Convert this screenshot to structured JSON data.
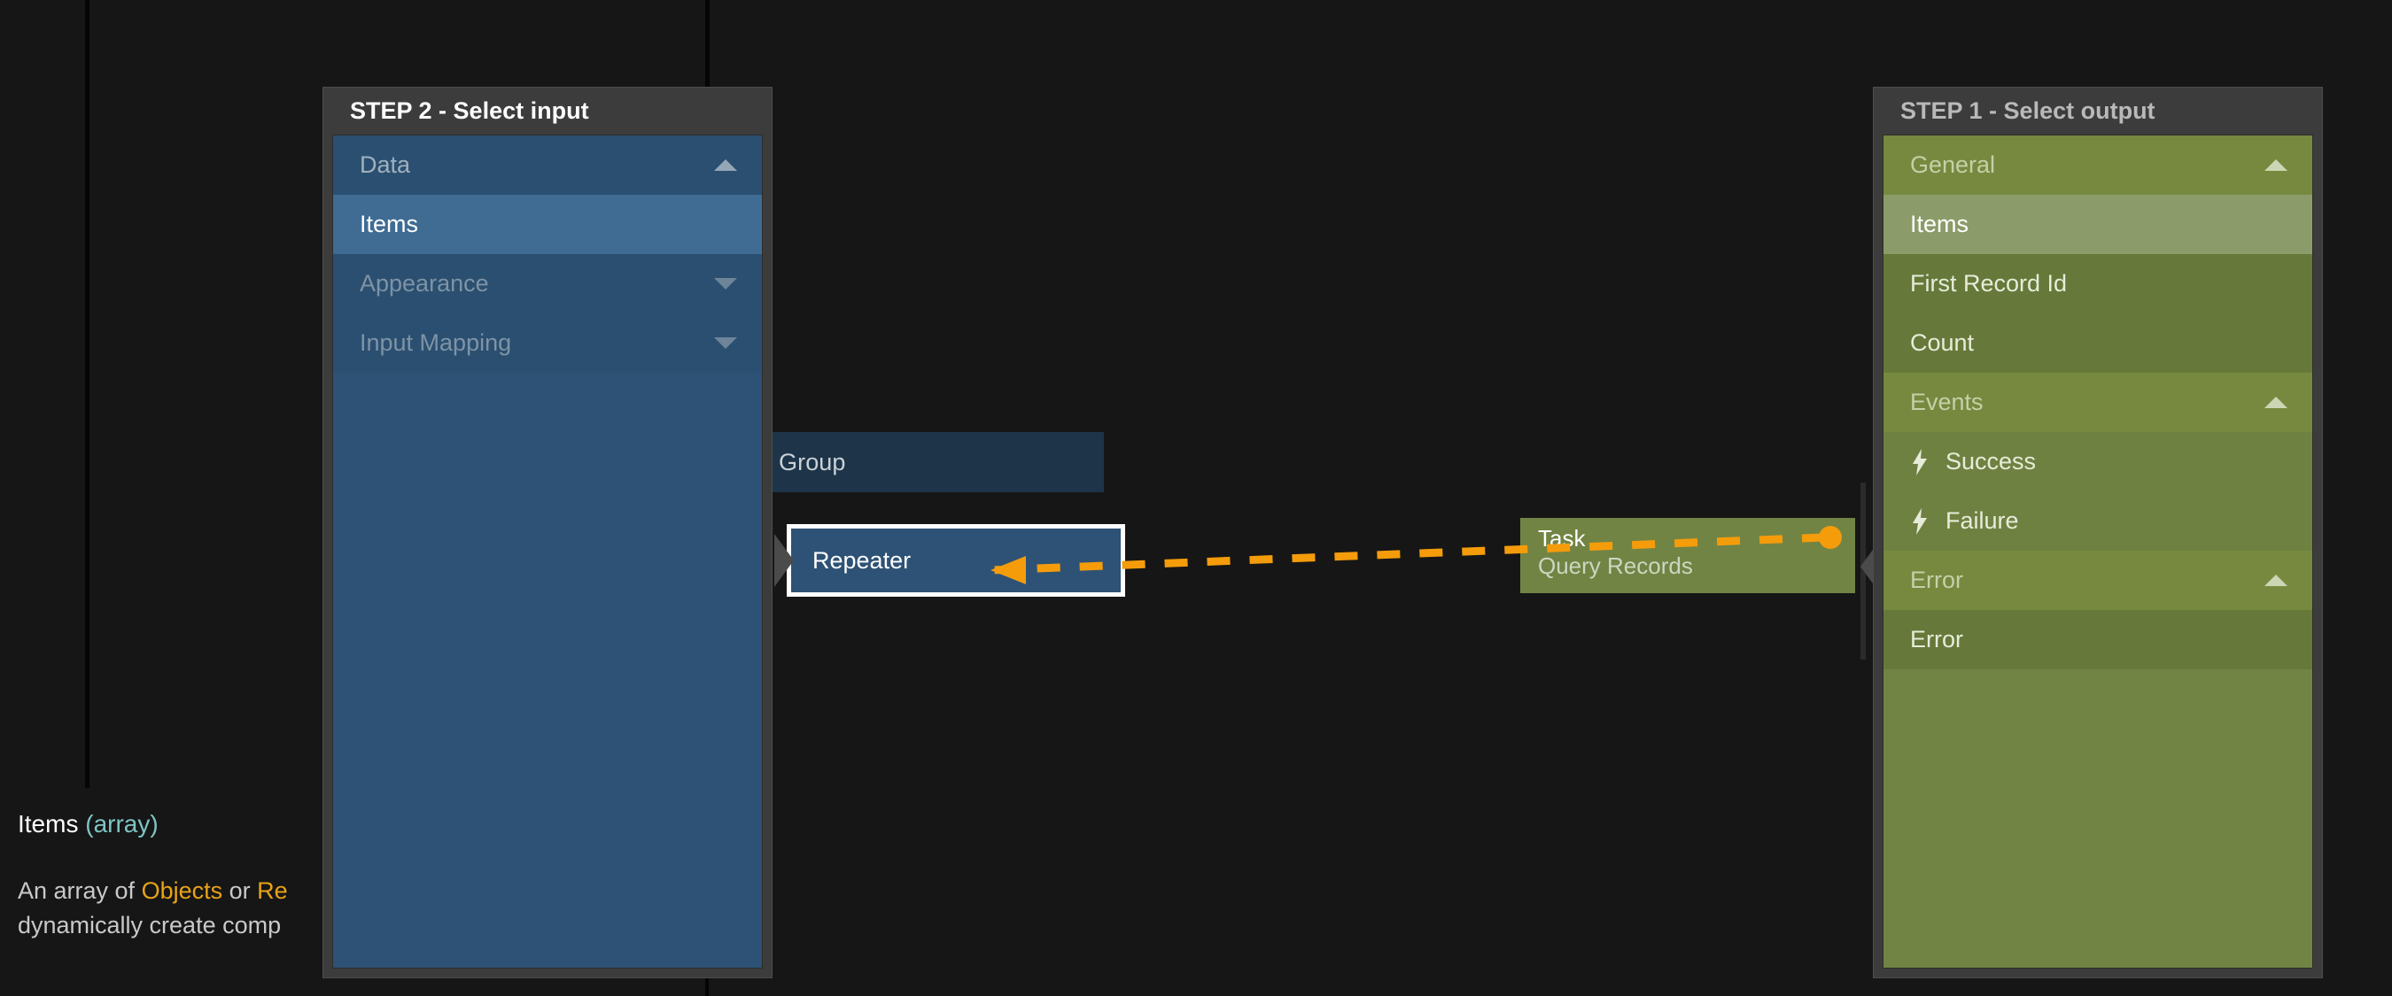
{
  "canvas": {
    "nodes": [
      {
        "id": "group",
        "title": "Group",
        "subtitle": ""
      },
      {
        "id": "repeater",
        "title": "Repeater",
        "subtitle": ""
      },
      {
        "id": "task",
        "title": "Task",
        "subtitle": "Query Records"
      }
    ],
    "connection": {
      "from": "task",
      "to": "repeater",
      "style": "dashed",
      "color": "#f59c0b",
      "arrow_direction": "left"
    }
  },
  "input_panel": {
    "header": "STEP 2 - Select input",
    "rows": [
      {
        "label": "Data",
        "type": "section",
        "state": "expanded",
        "icon": "chevron-up-icon",
        "dim": false
      },
      {
        "label": "Items",
        "type": "item",
        "state": "selected",
        "icon": "",
        "dim": false
      },
      {
        "label": "Appearance",
        "type": "section",
        "state": "collapsed",
        "icon": "chevron-down-icon",
        "dim": true
      },
      {
        "label": "Input Mapping",
        "type": "section",
        "state": "collapsed",
        "icon": "chevron-down-icon",
        "dim": true
      }
    ]
  },
  "output_panel": {
    "header": "STEP 1 - Select output",
    "rows": [
      {
        "label": "General",
        "type": "section",
        "state": "expanded",
        "icon": "chevron-up-icon"
      },
      {
        "label": "Items",
        "type": "item",
        "state": "selected",
        "icon": ""
      },
      {
        "label": "First Record Id",
        "type": "item",
        "state": "normal",
        "icon": ""
      },
      {
        "label": "Count",
        "type": "item",
        "state": "normal",
        "icon": ""
      },
      {
        "label": "Events",
        "type": "section",
        "state": "expanded",
        "icon": "chevron-up-icon"
      },
      {
        "label": "Success",
        "type": "event",
        "state": "normal",
        "icon": "bolt-icon"
      },
      {
        "label": "Failure",
        "type": "event",
        "state": "normal",
        "icon": "bolt-icon"
      },
      {
        "label": "Error",
        "type": "section",
        "state": "expanded",
        "icon": "chevron-up-icon"
      },
      {
        "label": "Error",
        "type": "item",
        "state": "normal",
        "icon": ""
      }
    ]
  },
  "description": {
    "name": "Items",
    "type": "(array)",
    "line1_pre": "An array of ",
    "line1_link1": "Objects",
    "line1_mid": " or ",
    "line1_link2": "Re",
    "line2": "dynamically create comp"
  },
  "colors": {
    "accent_orange": "#f59c0b",
    "input_blue": "#2d5275",
    "output_green": "#718444",
    "panel_chrome": "#3c3c3c",
    "type_teal": "#7fc4c4"
  }
}
